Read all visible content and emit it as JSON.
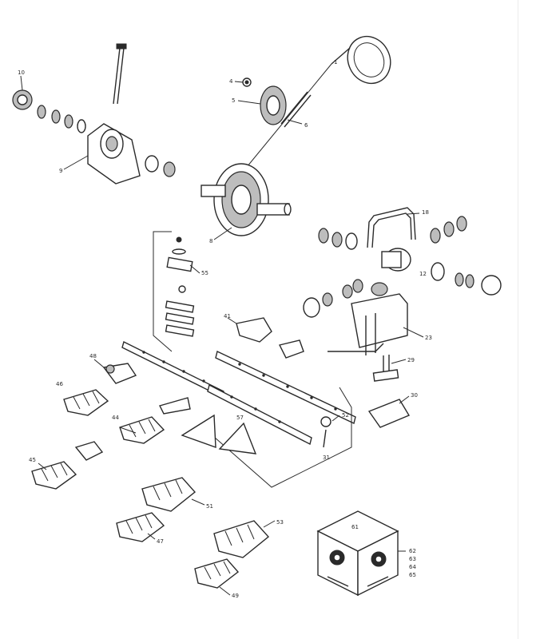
{
  "diagram": {
    "kit_box": {
      "label": "61",
      "side_labels": [
        "62",
        "63",
        "64",
        "65"
      ]
    },
    "callouts": [
      {
        "id": "pulley-belt",
        "text": "1"
      },
      {
        "id": "gear-nut",
        "text": "4"
      },
      {
        "id": "gear-wheel",
        "text": "5"
      },
      {
        "id": "gear-shaft",
        "text": "6"
      },
      {
        "id": "flywheel",
        "text": "8"
      },
      {
        "id": "bracket",
        "text": "9"
      },
      {
        "id": "knob",
        "text": "10"
      },
      {
        "id": "bearing-right",
        "text": "12"
      },
      {
        "id": "handle",
        "text": "18"
      },
      {
        "id": "guide-plate",
        "text": "23"
      },
      {
        "id": "post",
        "text": "29"
      },
      {
        "id": "mount-plate",
        "text": "30"
      },
      {
        "id": "knife-bar",
        "text": "31"
      },
      {
        "id": "clip",
        "text": "41"
      },
      {
        "id": "guard-a",
        "text": "46"
      },
      {
        "id": "guard-b",
        "text": "44"
      },
      {
        "id": "guard-c",
        "text": "45"
      },
      {
        "id": "guard-d",
        "text": "51"
      },
      {
        "id": "guard-e",
        "text": "47"
      },
      {
        "id": "guard-f",
        "text": "53"
      },
      {
        "id": "guard-g",
        "text": "49"
      },
      {
        "id": "finger",
        "text": "48"
      },
      {
        "id": "section",
        "text": "57"
      },
      {
        "id": "rivet-bar",
        "text": "52"
      },
      {
        "id": "stack",
        "text": "55"
      }
    ]
  }
}
